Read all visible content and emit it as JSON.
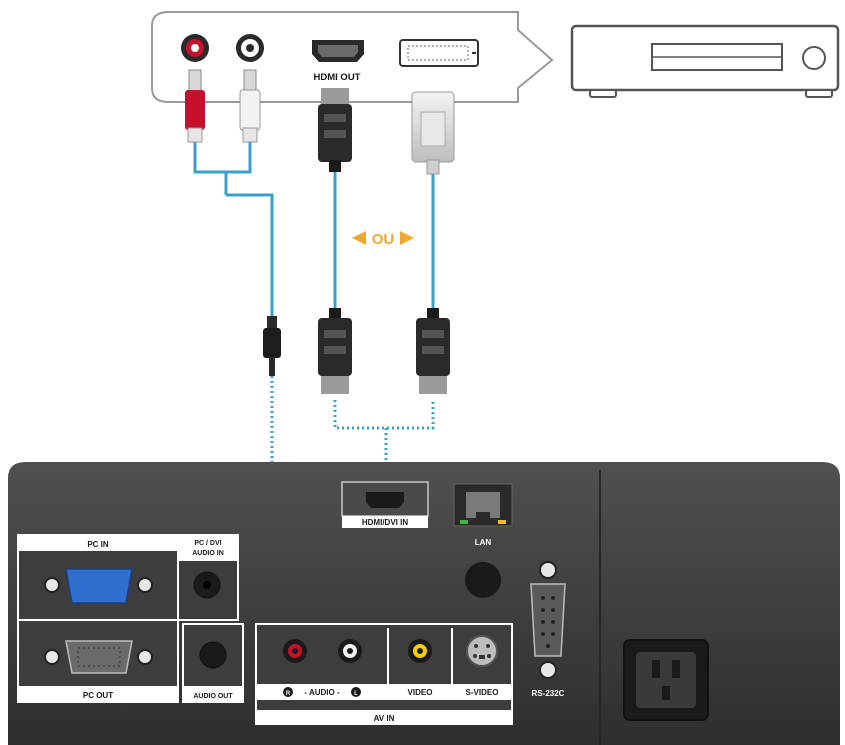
{
  "source_device": {
    "hdmi_out_label": "HDMI OUT"
  },
  "or_label": "OU",
  "projector": {
    "hdmi_dvi_in_label": "HDMI/DVI IN",
    "lan_label": "LAN",
    "pc_in_label": "PC IN",
    "pc_dvi_audio_in_label_line1": "PC / DVI",
    "pc_dvi_audio_in_label_line2": "AUDIO IN",
    "pc_out_label": "PC OUT",
    "audio_out_label": "AUDIO OUT",
    "audio_label": "- AUDIO -",
    "audio_left_marker": "R",
    "audio_right_marker": "L",
    "video_label": "VIDEO",
    "s_video_label": "S-VIDEO",
    "av_in_label": "AV IN",
    "rs232c_label": "RS-232C"
  },
  "colors": {
    "cable": "#3aa0c8",
    "or_arrow": "#f0a830",
    "panel": "#3b3b3b",
    "vga_port": "#2f6fd0",
    "audio_red": "#c8102e",
    "audio_yellow": "#f2d000"
  }
}
